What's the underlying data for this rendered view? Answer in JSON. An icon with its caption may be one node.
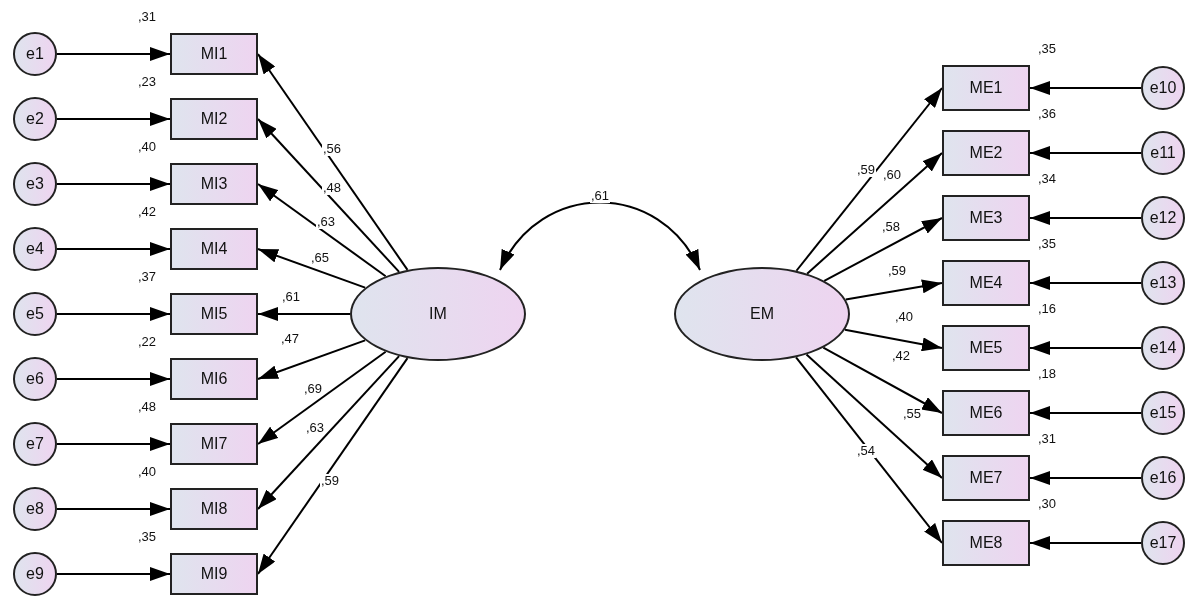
{
  "diagram": {
    "nodes": [
      {
        "text": [
          "e1"
        ]
      },
      {
        "text": [
          "e2"
        ]
      },
      {
        "text": [
          "e3"
        ]
      },
      {
        "text": [
          "e4"
        ]
      },
      {
        "text": [
          "e5"
        ]
      },
      {
        "text": [
          "e6"
        ]
      },
      {
        "text": [
          "e7"
        ]
      },
      {
        "text": [
          "e8"
        ]
      },
      {
        "text": [
          "e9"
        ]
      },
      {
        "text": [
          "MI1"
        ],
        "beside": [
          ",31"
        ]
      },
      {
        "text": [
          "MI2"
        ],
        "beside": [
          ",23"
        ]
      },
      {
        "text": [
          "MI3"
        ],
        "beside": [
          ",40"
        ]
      },
      {
        "text": [
          "MI4"
        ],
        "beside": [
          ",42"
        ]
      },
      {
        "text": [
          "MI5"
        ],
        "beside": [
          ",37"
        ]
      },
      {
        "text": [
          "MI6"
        ],
        "beside": [
          ",22"
        ]
      },
      {
        "text": [
          "MI7"
        ],
        "beside": [
          ",48"
        ]
      },
      {
        "text": [
          "MI8"
        ],
        "beside": [
          ",40"
        ]
      },
      {
        "text": [
          "MI9"
        ],
        "beside": [
          ",35"
        ]
      },
      {
        "text": [
          "IM"
        ]
      },
      {
        "text": [
          "EM"
        ]
      },
      {
        "text": [
          "ME1"
        ],
        "beside": [
          ",35"
        ]
      },
      {
        "text": [
          "ME2"
        ],
        "beside": [
          ",36"
        ]
      },
      {
        "text": [
          "ME3"
        ],
        "beside": [
          ",34"
        ]
      },
      {
        "text": [
          "ME4"
        ],
        "beside": [
          ",35"
        ]
      },
      {
        "text": [
          "ME5"
        ],
        "beside": [
          ",16"
        ]
      },
      {
        "text": [
          "ME6"
        ],
        "beside": [
          ",18"
        ]
      },
      {
        "text": [
          "ME7"
        ],
        "beside": [
          ",31"
        ]
      },
      {
        "text": [
          "ME8"
        ],
        "beside": [
          ",30"
        ]
      },
      {
        "text": [
          "e10"
        ]
      },
      {
        "text": [
          "e11"
        ]
      },
      {
        "text": [
          "e12"
        ]
      },
      {
        "text": [
          "e13"
        ]
      },
      {
        "text": [
          "e14"
        ]
      },
      {
        "text": [
          "e15"
        ]
      },
      {
        "text": [
          "e16"
        ]
      },
      {
        "text": [
          "e17"
        ]
      }
    ],
    "edges": [
      {
        "from": 0,
        "to": 9,
        "arrow": "to"
      },
      {
        "from": 1,
        "to": 10,
        "arrow": "to"
      },
      {
        "from": 2,
        "to": 11,
        "arrow": "to"
      },
      {
        "from": 3,
        "to": 12,
        "arrow": "to"
      },
      {
        "from": 4,
        "to": 13,
        "arrow": "to"
      },
      {
        "from": 5,
        "to": 14,
        "arrow": "to"
      },
      {
        "from": 6,
        "to": 15,
        "arrow": "to"
      },
      {
        "from": 7,
        "to": 16,
        "arrow": "to"
      },
      {
        "from": 8,
        "to": 17,
        "arrow": "to"
      },
      {
        "from": 18,
        "to": 9,
        "arrow": "to",
        "label": ",56"
      },
      {
        "from": 18,
        "to": 10,
        "arrow": "to",
        "label": ",48"
      },
      {
        "from": 18,
        "to": 11,
        "arrow": "to",
        "label": ",63"
      },
      {
        "from": 18,
        "to": 12,
        "arrow": "to",
        "label": ",65"
      },
      {
        "from": 18,
        "to": 13,
        "arrow": "to",
        "label": ",61"
      },
      {
        "from": 18,
        "to": 14,
        "arrow": "to",
        "label": ",47"
      },
      {
        "from": 18,
        "to": 15,
        "arrow": "to",
        "label": ",69"
      },
      {
        "from": 18,
        "to": 16,
        "arrow": "to",
        "label": ",63"
      },
      {
        "from": 18,
        "to": 17,
        "arrow": "to",
        "label": ",59"
      },
      {
        "from": 18,
        "to": 19,
        "arrow": "both",
        "label": ",61"
      },
      {
        "from": 19,
        "to": 20,
        "arrow": "to",
        "label": ",59"
      },
      {
        "from": 19,
        "to": 21,
        "arrow": "to",
        "label": ",60"
      },
      {
        "from": 19,
        "to": 22,
        "arrow": "to",
        "label": ",58"
      },
      {
        "from": 19,
        "to": 23,
        "arrow": "to",
        "label": ",59"
      },
      {
        "from": 19,
        "to": 24,
        "arrow": "to",
        "label": ",40"
      },
      {
        "from": 19,
        "to": 25,
        "arrow": "to",
        "label": ",42"
      },
      {
        "from": 19,
        "to": 26,
        "arrow": "to",
        "label": ",55"
      },
      {
        "from": 19,
        "to": 27,
        "arrow": "to",
        "label": ",54"
      },
      {
        "from": 28,
        "to": 20,
        "arrow": "to"
      },
      {
        "from": 29,
        "to": 21,
        "arrow": "to"
      },
      {
        "from": 30,
        "to": 22,
        "arrow": "to"
      },
      {
        "from": 31,
        "to": 23,
        "arrow": "to"
      },
      {
        "from": 32,
        "to": 24,
        "arrow": "to"
      },
      {
        "from": 33,
        "to": 25,
        "arrow": "to"
      },
      {
        "from": 34,
        "to": 26,
        "arrow": "to"
      },
      {
        "from": 35,
        "to": 27,
        "arrow": "to"
      }
    ]
  }
}
